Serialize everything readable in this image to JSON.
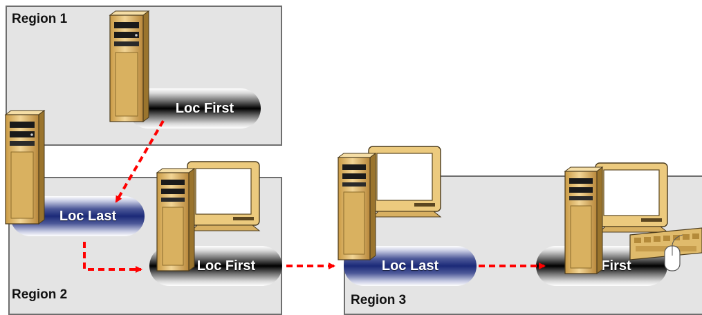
{
  "regions": [
    {
      "label": "Region 1"
    },
    {
      "label": "Region 2"
    },
    {
      "label": "Region 3"
    }
  ],
  "nodes": [
    {
      "label": "Loc First",
      "kind": "first",
      "region": "Region 1",
      "device": "tower-server"
    },
    {
      "label": "Loc Last",
      "kind": "last",
      "region": "Region 2",
      "device": "tower-server"
    },
    {
      "label": "Loc First",
      "kind": "first",
      "region": "Region 2",
      "device": "desktop-computer"
    },
    {
      "label": "Loc Last",
      "kind": "last",
      "region": "Region 3",
      "device": "desktop-computer"
    },
    {
      "label": "First",
      "kind": "first",
      "region": "Region 3",
      "device": "workstation-with-keyboard-and-mouse"
    }
  ],
  "colors": {
    "arrow": "#ff0000",
    "region_fill": "#e4e4e4",
    "region_border": "#6e6e6e",
    "pill_first": "#000000",
    "pill_last": "#1b2a78",
    "device_beige": "#e6c27a"
  }
}
